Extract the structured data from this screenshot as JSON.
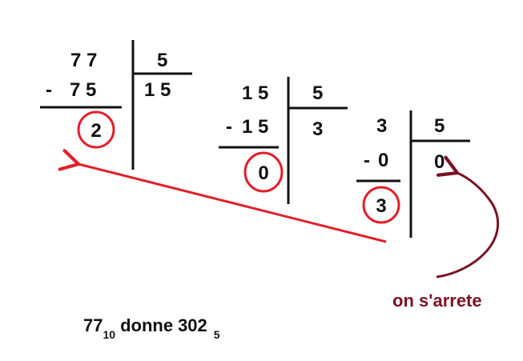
{
  "steps": [
    {
      "dividend": "7 7",
      "subtrahend": "7 5",
      "minus": "-",
      "divisor": "5",
      "quotient": "1 5",
      "remainder": "2"
    },
    {
      "dividend": "1 5",
      "subtrahend": "1 5",
      "minus": "-",
      "divisor": "5",
      "quotient": "3",
      "remainder": "0"
    },
    {
      "dividend": "3",
      "subtrahend": "0",
      "minus": "-",
      "divisor": "5",
      "quotient": "0",
      "remainder": "3"
    }
  ],
  "stop_note": "on s'arrete",
  "result": {
    "input_number": "77",
    "input_base": "10",
    "connector": "donne",
    "output_number": "302",
    "output_base": "5"
  },
  "colors": {
    "ink": "#111111",
    "circle": "#e0202a",
    "arrow": "#e0202a",
    "note": "#7a1224"
  }
}
